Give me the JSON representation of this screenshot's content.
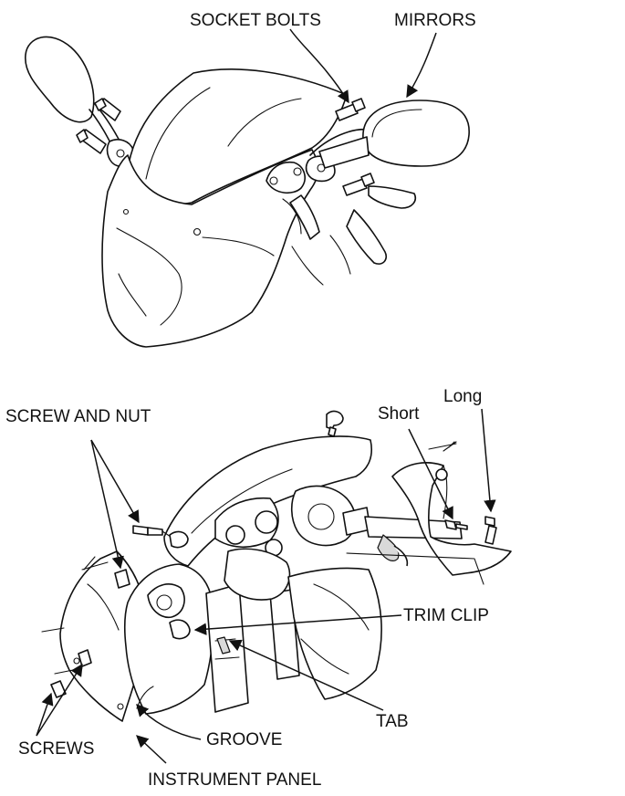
{
  "top_figure": {
    "labels": {
      "socket_bolts": "SOCKET BOLTS",
      "mirrors": "MIRRORS"
    }
  },
  "bottom_figure": {
    "labels": {
      "screw_and_nut": "SCREW AND NUT",
      "short": "Short",
      "long": "Long",
      "trim_clip": "TRIM CLIP",
      "tab": "TAB",
      "screws": "SCREWS",
      "groove": "GROOVE",
      "instrument_panel": "INSTRUMENT PANEL"
    }
  },
  "colors": {
    "ink": "#111111",
    "paper": "#ffffff",
    "shade": "#d9d9d9"
  }
}
